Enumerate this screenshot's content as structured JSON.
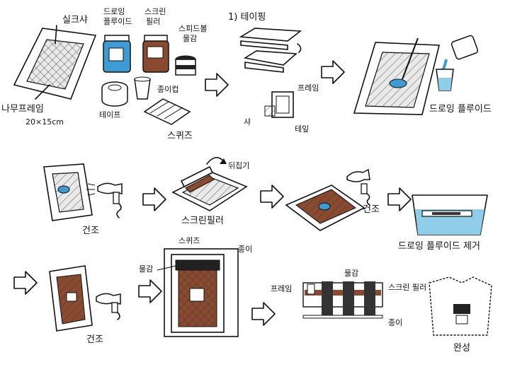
{
  "labels": {
    "silk_screen": "실크샤",
    "wood_frame": "나무프레임",
    "frame_size": "20×15cm",
    "drawing_fluid": "드로잉\n플루이드",
    "screen_filler": "스크린\n필러",
    "speedball_paint": "스피드볼\n물감",
    "paper_cup": "종이컵",
    "tape": "테이프",
    "squeegee": "스퀴즈",
    "step1_taping": "1) 테이핑",
    "frame": "프레임",
    "sha": "샤",
    "tape2": "테잎",
    "drawing_fluid2": "드로잉 플루이드",
    "dry1": "건조",
    "flip": "뒤집기",
    "screen_filler2": "스크린필러",
    "dry2": "건조",
    "remove_fluid": "드로잉 플루이드 제거",
    "dry3": "건조",
    "squeegee2": "스퀴즈",
    "paper": "종이",
    "paint": "물감",
    "frame2": "프레임",
    "paint2": "물감",
    "screen_filler3": "스크린 필러",
    "paper2": "종이",
    "done": "완성"
  },
  "colors": {
    "drawing_fluid_blue": "#3d9bd6",
    "screen_filler_brown": "#8a4a2f",
    "water_blue": "#8fcde8",
    "ink_black": "#111111",
    "mesh_grey": "#e9e9e9"
  },
  "icons": [
    "arrow-right-icon",
    "hair-dryer-icon",
    "jar-icon",
    "cup-icon",
    "tape-roll-icon",
    "squeegee-icon",
    "brush-icon"
  ]
}
